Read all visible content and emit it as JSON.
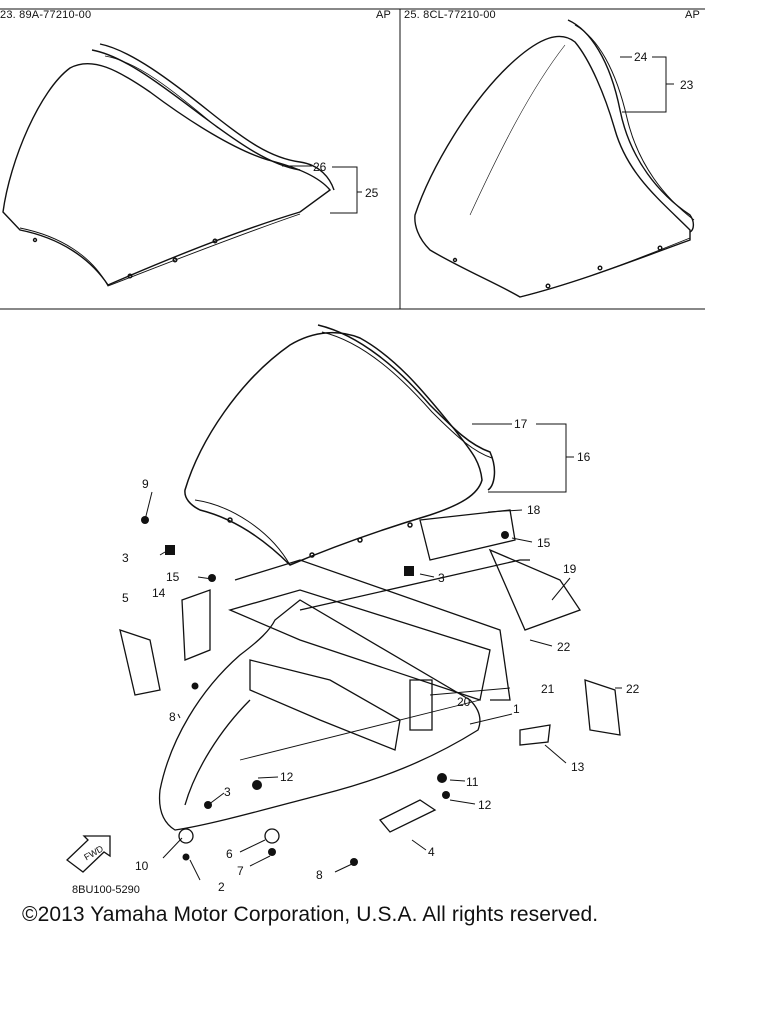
{
  "insets": [
    {
      "title": "23. 89A-77210-00",
      "tag": "AP"
    },
    {
      "title": "25. 8CL-77210-00",
      "tag": "AP"
    }
  ],
  "callouts": [
    "1",
    "2",
    "3",
    "3",
    "3",
    "4",
    "5",
    "6",
    "7",
    "8",
    "8",
    "9",
    "10",
    "11",
    "12",
    "12",
    "13",
    "14",
    "15",
    "15",
    "16",
    "17",
    "18",
    "19",
    "20",
    "21",
    "22",
    "22",
    "23",
    "24",
    "25",
    "26"
  ],
  "diagram_code": "8BU100-5290",
  "copyright": "©2013 Yamaha Motor Corporation, U.S.A. All rights reserved."
}
